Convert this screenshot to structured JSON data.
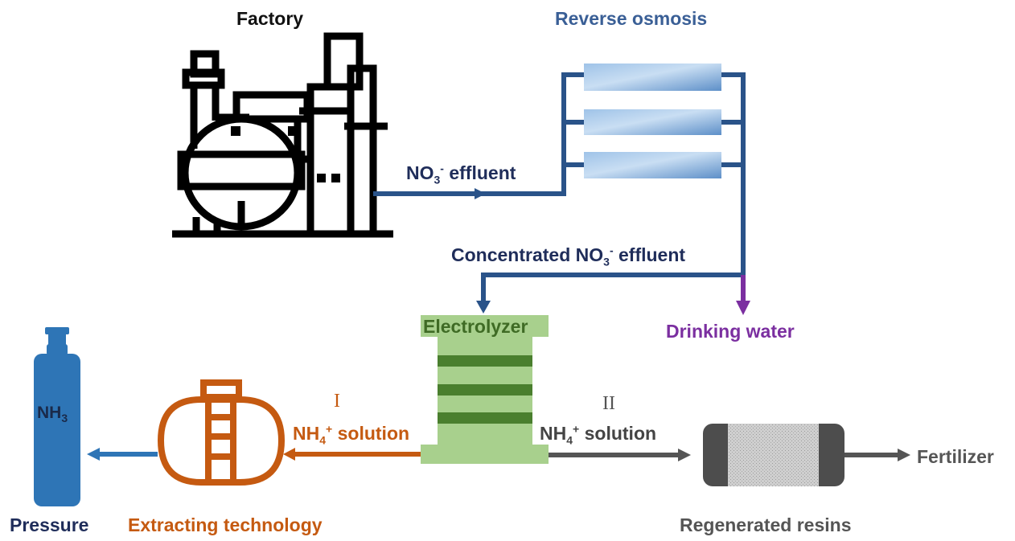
{
  "diagram": {
    "title": "Nitrate effluent to ammonia/fertilizer process flow",
    "nodes": {
      "factory": {
        "label": "Factory"
      },
      "reverse_osmosis": {
        "label": "Reverse osmosis",
        "membrane_count": 3
      },
      "electrolyzer": {
        "label": "Electrolyzer"
      },
      "drinking_water": {
        "label": "Drinking water"
      },
      "extracting_technology": {
        "label": "Extracting technology"
      },
      "nh3_cylinder": {
        "label": "NH",
        "label_sub": "3"
      },
      "pressure": {
        "label": "Pressure"
      },
      "regenerated_resins": {
        "label": "Regenerated resins"
      },
      "fertilizer": {
        "label": "Fertilizer"
      }
    },
    "flows": {
      "no3_effluent": {
        "prefix": "NO",
        "sub": "3",
        "sup": "-",
        "suffix": " effluent"
      },
      "concentrated_no3_effluent": {
        "prefix": "Concentrated NO",
        "sub": "3",
        "sup": "-",
        "suffix": " effluent"
      },
      "route_one": {
        "numeral": "I",
        "prefix": "NH",
        "sub": "4",
        "sup": "+",
        "suffix": " solution"
      },
      "route_two": {
        "numeral": "II",
        "prefix": "NH",
        "sub": "4",
        "sup": "+",
        "suffix": " solution"
      }
    },
    "colors": {
      "factory": "#000000",
      "pipe_blue": "#2a5389",
      "label_navy": "#1f2d5a",
      "ro_label": "#3a5f96",
      "membrane_light": "#b7d3ee",
      "membrane_dark": "#5b8fc9",
      "drinking_purple": "#7b2fa0",
      "electrolyzer_light": "#a8d08d",
      "electrolyzer_dark": "#4a7f2e",
      "electrolyzer_text": "#3f6b25",
      "extract_orange": "#c55a11",
      "cylinder_blue": "#2e75b6",
      "resin_dark": "#4d4d4d",
      "resin_fill": "#c8c8c8",
      "grey_text": "#555555"
    }
  }
}
